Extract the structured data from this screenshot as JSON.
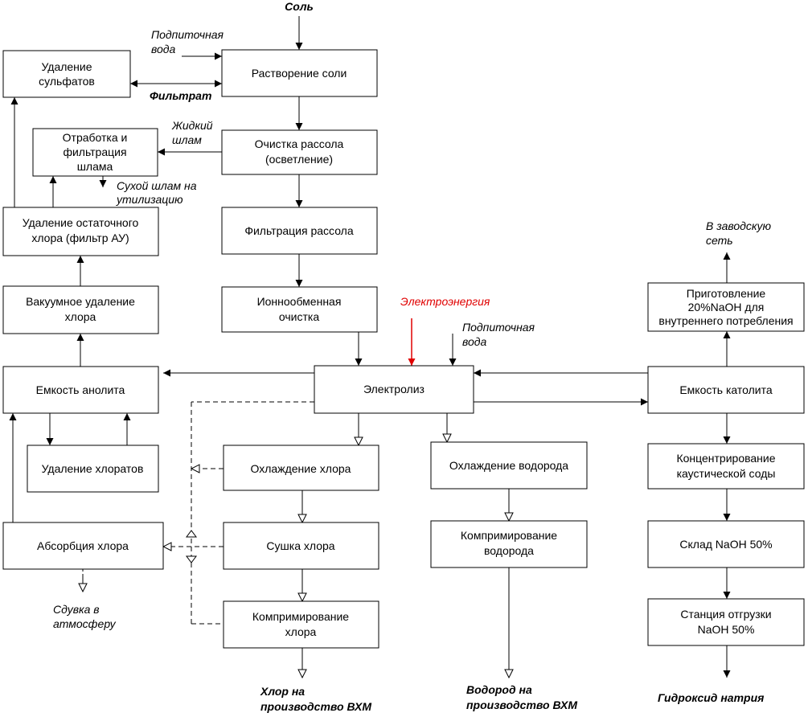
{
  "colors": {
    "line": "#000000",
    "energy": "#e00000"
  },
  "boxes": {
    "salt_dissolving": "Растворение соли",
    "sulfate_removal": [
      "Удаление",
      "сульфатов"
    ],
    "sludge_processing": [
      "Отработка и",
      "фильтрация",
      "шлама"
    ],
    "brine_clarification": [
      "Очистка рассола",
      "(осветление)"
    ],
    "residual_chlorine": [
      "Удаление остаточного",
      "хлора (фильтр АУ)"
    ],
    "brine_filtration": "Фильтрация рассола",
    "vacuum_dechlorination": [
      "Вакуумное удаление",
      "хлора"
    ],
    "ion_exchange": [
      "Ионнообменная",
      "очистка"
    ],
    "naoh_internal": [
      "Приготовление",
      "20%NaOH для",
      "внутреннего потребления"
    ],
    "anolyte_tank": "Емкость анолита",
    "electrolysis": "Электролиз",
    "catholyte_tank": "Емкость католита",
    "chlorate_removal": "Удаление хлоратов",
    "chlorine_cooling": "Охлаждение хлора",
    "hydrogen_cooling": "Охлаждение водорода",
    "caustic_concentration": [
      "Концентрирование",
      "каустической соды"
    ],
    "chlorine_absorption": "Абсорбция хлора",
    "chlorine_drying": "Сушка хлора",
    "hydrogen_compression": [
      "Компримирование",
      "водорода"
    ],
    "naoh_storage": "Склад NaOH 50%",
    "chlorine_compression": [
      "Компримирование",
      "хлора"
    ],
    "shipping_station": [
      "Станция отгрузки",
      "NaOH 50%"
    ]
  },
  "labels": {
    "salt": "Соль",
    "makeup_water_1": [
      "Подпиточная",
      "вода"
    ],
    "filtrate": "Фильтрат",
    "liquid_sludge": [
      "Жидкий",
      "шлам"
    ],
    "dry_sludge": [
      "Сухой шлам на",
      "утилизацию"
    ],
    "to_plant_network": [
      "В заводскую",
      "сеть"
    ],
    "electric_energy": "Электроэнергия",
    "makeup_water_2": [
      "Подпиточная",
      "вода"
    ],
    "vent_atmosphere": [
      "Сдувка в",
      "атмосферу"
    ],
    "chlorine_output": [
      "Хлор на",
      "производство ВХМ"
    ],
    "hydrogen_output": [
      "Водород на",
      "производство ВХМ"
    ],
    "sodium_hydroxide": "Гидроксид натрия"
  }
}
